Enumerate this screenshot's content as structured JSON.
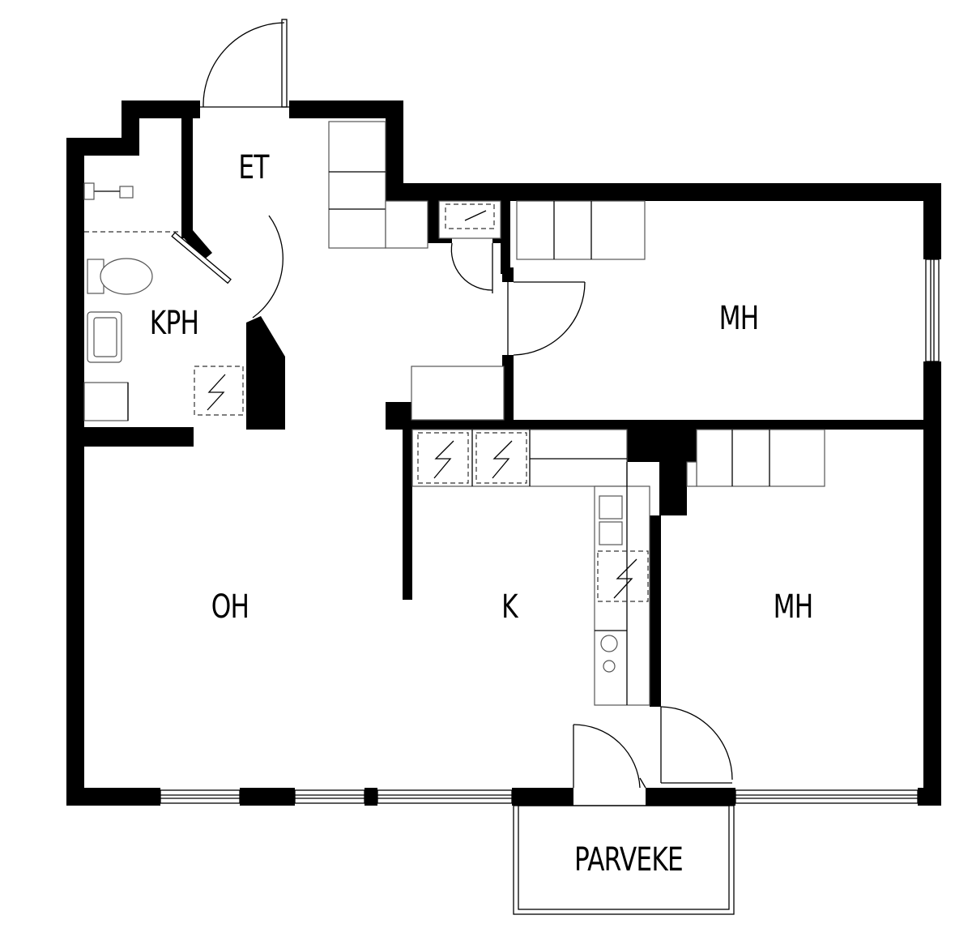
{
  "rooms": {
    "et": "ET",
    "kph": "KPH",
    "mh_top": "MH",
    "oh": "OH",
    "k": "K",
    "mh_bottom": "MH",
    "parveke": "PARVEKE"
  }
}
